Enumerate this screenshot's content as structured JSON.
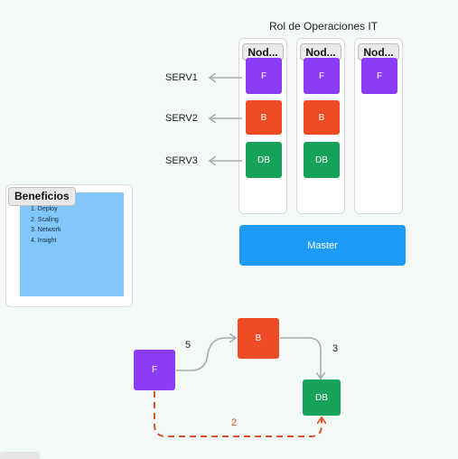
{
  "title": "Rol de Operaciones IT",
  "nodes": [
    {
      "label": "Nod...",
      "services": [
        "F",
        "B",
        "DB"
      ]
    },
    {
      "label": "Nod...",
      "services": [
        "F",
        "B",
        "DB"
      ]
    },
    {
      "label": "Nod...",
      "services": [
        "F"
      ]
    }
  ],
  "servers": [
    "SERV1",
    "SERV2",
    "SERV3"
  ],
  "master": "Master",
  "benefits": {
    "title": "Beneficios",
    "items": [
      "1. Deploy",
      "2. Scaling",
      "3. Network",
      "4. Insight"
    ]
  },
  "flow": {
    "nodes": {
      "f": "F",
      "b": "B",
      "db": "DB"
    },
    "edges": {
      "f_to_b": "5",
      "b_to_db": "3",
      "f_to_db": "2"
    }
  },
  "colors": {
    "frontend": "#8b3cf4",
    "backend": "#ef4a26",
    "database": "#17a45a",
    "master": "#1d9bf7",
    "sticky": "#82c7fb",
    "dashed_edge": "#d9532c"
  }
}
